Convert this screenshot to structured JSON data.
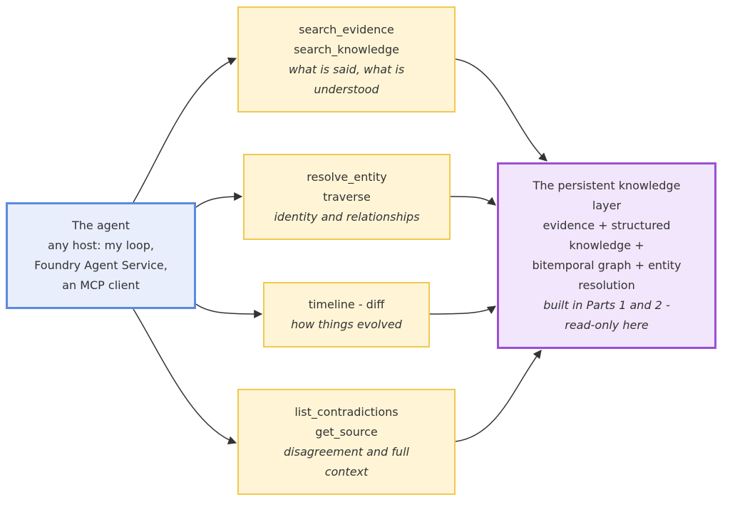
{
  "nodes": {
    "agent": {
      "lines": [
        "The agent",
        "any host: my loop,",
        "Foundry Agent Service,",
        "an MCP client"
      ]
    },
    "search": {
      "lines": [
        "search_evidence",
        "search_knowledge"
      ],
      "italic": [
        "what is said, what is",
        "understood"
      ]
    },
    "resolve": {
      "lines": [
        "resolve_entity",
        "traverse"
      ],
      "italic": [
        "identity and relationships"
      ]
    },
    "timeline": {
      "lines": [
        "timeline - diff"
      ],
      "italic": [
        "how things evolved"
      ]
    },
    "contradictions": {
      "lines": [
        "list_contradictions",
        "get_source"
      ],
      "italic": [
        "disagreement and full",
        "context"
      ]
    },
    "layer": {
      "lines": [
        "The persistent knowledge",
        "layer",
        "evidence + structured",
        "knowledge +",
        "bitemporal graph + entity",
        "resolution"
      ],
      "italic": [
        "built in Parts 1 and 2 -",
        "read-only here"
      ]
    }
  },
  "edges": [
    {
      "from": "agent",
      "to": "search"
    },
    {
      "from": "agent",
      "to": "resolve"
    },
    {
      "from": "agent",
      "to": "timeline"
    },
    {
      "from": "agent",
      "to": "contradictions"
    },
    {
      "from": "search",
      "to": "layer"
    },
    {
      "from": "resolve",
      "to": "layer"
    },
    {
      "from": "timeline",
      "to": "layer"
    },
    {
      "from": "contradictions",
      "to": "layer"
    }
  ],
  "colors": {
    "tool_fill": "#fff5d6",
    "tool_border": "#f0c94e",
    "agent_fill": "#e8eefc",
    "agent_border": "#5b8ae0",
    "layer_fill": "#f1e6fb",
    "layer_border": "#9b4fd6",
    "edge": "#333333"
  }
}
